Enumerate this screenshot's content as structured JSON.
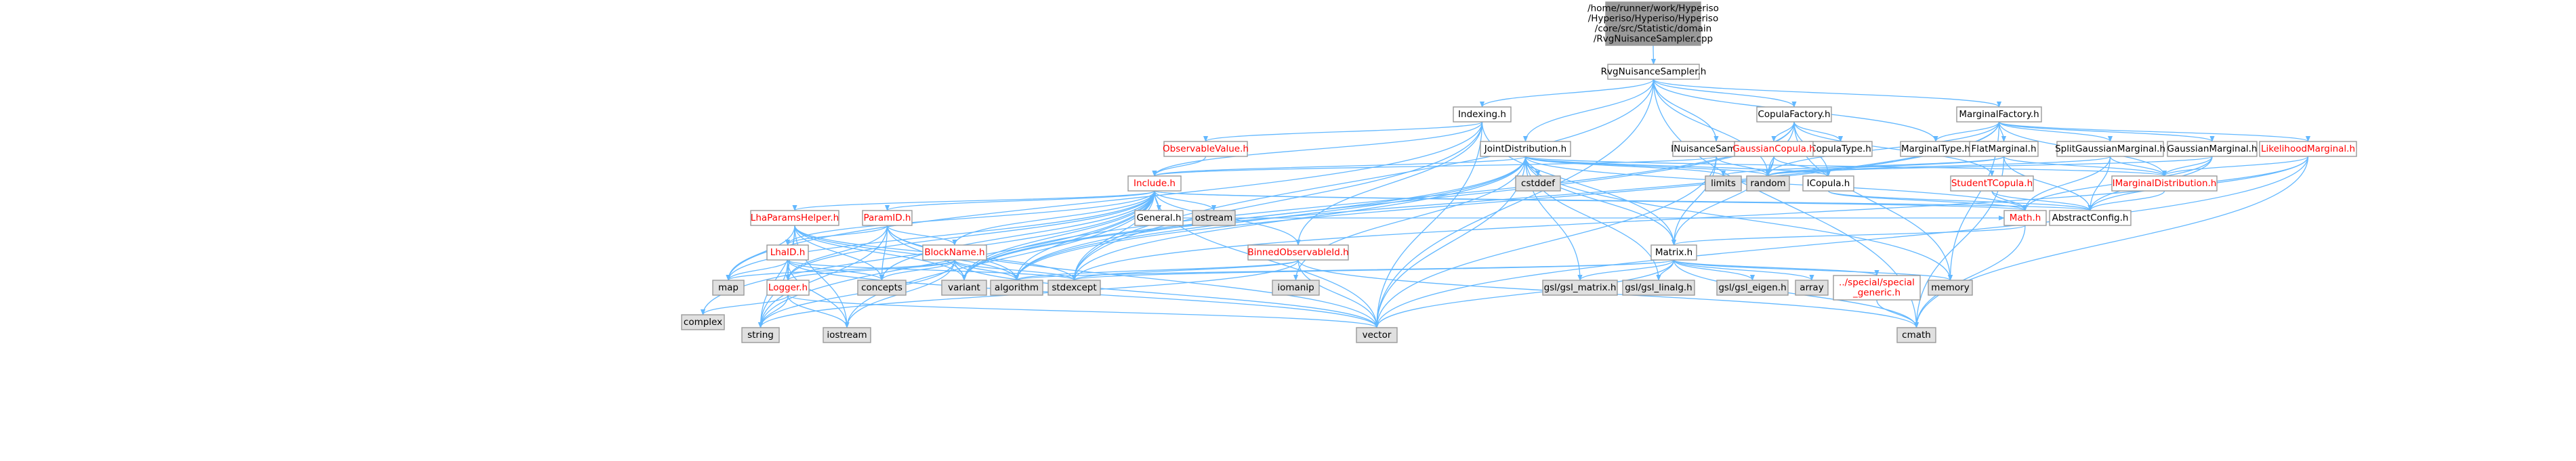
{
  "colors": {
    "edge": "#63b8ff",
    "node_border": "#999999",
    "node_fill": "#ffffff",
    "grey_fill": "#e0e0e0",
    "root_fill": "#999999",
    "red_text": "#ff0000"
  },
  "root": {
    "id": "root",
    "lines": [
      "/home/runner/work/Hyperiso",
      "/Hyperiso/Hyperiso/Hyperiso",
      "/core/src/Statistic/domain",
      "/RvgNuisanceSampler.cpp"
    ]
  },
  "nodes": [
    {
      "id": "rvg",
      "lines": [
        "RvgNuisanceSampler.h"
      ],
      "style": "white"
    },
    {
      "id": "indexing",
      "lines": [
        "Indexing.h"
      ],
      "style": "white"
    },
    {
      "id": "copulaFactory",
      "lines": [
        "CopulaFactory.h"
      ],
      "style": "white"
    },
    {
      "id": "marginalFactory",
      "lines": [
        "MarginalFactory.h"
      ],
      "style": "white"
    },
    {
      "id": "observableValue",
      "lines": [
        "ObservableValue.h"
      ],
      "style": "red"
    },
    {
      "id": "jointDistribution",
      "lines": [
        "JointDistribution.h"
      ],
      "style": "white"
    },
    {
      "id": "inuisance",
      "lines": [
        "INuisanceSampler.h"
      ],
      "style": "white"
    },
    {
      "id": "copulaType",
      "lines": [
        "CopulaType.h"
      ],
      "style": "white"
    },
    {
      "id": "gaussianCopula",
      "lines": [
        "GaussianCopula.h"
      ],
      "style": "red"
    },
    {
      "id": "marginalType",
      "lines": [
        "MarginalType.h"
      ],
      "style": "white"
    },
    {
      "id": "flatMarginal",
      "lines": [
        "FlatMarginal.h"
      ],
      "style": "white"
    },
    {
      "id": "splitGaussian",
      "lines": [
        "SplitGaussianMarginal.h"
      ],
      "style": "white"
    },
    {
      "id": "gaussianMarginal",
      "lines": [
        "GaussianMarginal.h"
      ],
      "style": "white"
    },
    {
      "id": "likelihoodMarginal",
      "lines": [
        "LikelihoodMarginal.h"
      ],
      "style": "red"
    },
    {
      "id": "include",
      "lines": [
        "Include.h"
      ],
      "style": "red"
    },
    {
      "id": "cstddef",
      "lines": [
        "cstddef"
      ],
      "style": "grey"
    },
    {
      "id": "limits",
      "lines": [
        "limits"
      ],
      "style": "grey"
    },
    {
      "id": "random",
      "lines": [
        "random"
      ],
      "style": "grey"
    },
    {
      "id": "icopula",
      "lines": [
        "ICopula.h"
      ],
      "style": "white"
    },
    {
      "id": "studentT",
      "lines": [
        "StudentTCopula.h"
      ],
      "style": "red"
    },
    {
      "id": "imarginal",
      "lines": [
        "IMarginalDistribution.h"
      ],
      "style": "red"
    },
    {
      "id": "mathH",
      "lines": [
        "Math.h"
      ],
      "style": "red"
    },
    {
      "id": "abstractConfig",
      "lines": [
        "AbstractConfig.h"
      ],
      "style": "white"
    },
    {
      "id": "ostream",
      "lines": [
        "ostream"
      ],
      "style": "grey"
    },
    {
      "id": "general",
      "lines": [
        "General.h"
      ],
      "style": "white"
    },
    {
      "id": "lhaParams",
      "lines": [
        "LhaParamsHelper.h"
      ],
      "style": "red"
    },
    {
      "id": "paramID",
      "lines": [
        "ParamID.h"
      ],
      "style": "red"
    },
    {
      "id": "lhaID",
      "lines": [
        "LhaID.h"
      ],
      "style": "red"
    },
    {
      "id": "blockName",
      "lines": [
        "BlockName.h"
      ],
      "style": "red"
    },
    {
      "id": "binnedObs",
      "lines": [
        "BinnedObservableId.h"
      ],
      "style": "red"
    },
    {
      "id": "matrix",
      "lines": [
        "Matrix.h"
      ],
      "style": "white"
    },
    {
      "id": "map",
      "lines": [
        "map"
      ],
      "style": "grey"
    },
    {
      "id": "logger",
      "lines": [
        "Logger.h"
      ],
      "style": "red"
    },
    {
      "id": "concepts",
      "lines": [
        "concepts"
      ],
      "style": "grey"
    },
    {
      "id": "variant",
      "lines": [
        "variant"
      ],
      "style": "grey"
    },
    {
      "id": "algorithm",
      "lines": [
        "algorithm"
      ],
      "style": "grey"
    },
    {
      "id": "stdexcept",
      "lines": [
        "stdexcept"
      ],
      "style": "grey"
    },
    {
      "id": "iomanip",
      "lines": [
        "iomanip"
      ],
      "style": "grey"
    },
    {
      "id": "gslMatrix",
      "lines": [
        "gsl/gsl_matrix.h"
      ],
      "style": "grey"
    },
    {
      "id": "gslLinalg",
      "lines": [
        "gsl/gsl_linalg.h"
      ],
      "style": "grey"
    },
    {
      "id": "gslEigen",
      "lines": [
        "gsl/gsl_eigen.h"
      ],
      "style": "grey"
    },
    {
      "id": "array",
      "lines": [
        "array"
      ],
      "style": "grey"
    },
    {
      "id": "special",
      "lines": [
        "../special/special",
        "_generic.h"
      ],
      "style": "red"
    },
    {
      "id": "memory",
      "lines": [
        "memory"
      ],
      "style": "grey"
    },
    {
      "id": "complex",
      "lines": [
        "complex"
      ],
      "style": "grey"
    },
    {
      "id": "string",
      "lines": [
        "string"
      ],
      "style": "grey"
    },
    {
      "id": "iostream",
      "lines": [
        "iostream"
      ],
      "style": "grey"
    },
    {
      "id": "vector",
      "lines": [
        "vector"
      ],
      "style": "grey"
    },
    {
      "id": "cmath",
      "lines": [
        "cmath"
      ],
      "style": "grey"
    }
  ],
  "edges": [
    [
      "root",
      "rvg"
    ],
    [
      "rvg",
      "indexing"
    ],
    [
      "rvg",
      "copulaFactory"
    ],
    [
      "rvg",
      "marginalFactory"
    ],
    [
      "rvg",
      "jointDistribution"
    ],
    [
      "rvg",
      "inuisance"
    ],
    [
      "rvg",
      "random"
    ],
    [
      "rvg",
      "vector"
    ],
    [
      "rvg",
      "cmath"
    ],
    [
      "rvg",
      "marginalType"
    ],
    [
      "rvg",
      "stdexcept"
    ],
    [
      "indexing",
      "observableValue"
    ],
    [
      "indexing",
      "include"
    ],
    [
      "indexing",
      "binnedObs"
    ],
    [
      "indexing",
      "map"
    ],
    [
      "indexing",
      "stdexcept"
    ],
    [
      "indexing",
      "vector"
    ],
    [
      "indexing",
      "matrix"
    ],
    [
      "copulaFactory",
      "copulaType"
    ],
    [
      "copulaFactory",
      "gaussianCopula"
    ],
    [
      "copulaFactory",
      "studentT"
    ],
    [
      "copulaFactory",
      "icopula"
    ],
    [
      "copulaFactory",
      "memory"
    ],
    [
      "copulaFactory",
      "random"
    ],
    [
      "copulaFactory",
      "variant"
    ],
    [
      "copulaFactory",
      "algorithm"
    ],
    [
      "marginalFactory",
      "marginalType"
    ],
    [
      "marginalFactory",
      "flatMarginal"
    ],
    [
      "marginalFactory",
      "splitGaussian"
    ],
    [
      "marginalFactory",
      "gaussianMarginal"
    ],
    [
      "marginalFactory",
      "likelihoodMarginal"
    ],
    [
      "marginalFactory",
      "imarginal"
    ],
    [
      "marginalFactory",
      "memory"
    ],
    [
      "marginalFactory",
      "variant"
    ],
    [
      "marginalFactory",
      "algorithm"
    ],
    [
      "marginalFactory",
      "random"
    ],
    [
      "observableValue",
      "include"
    ],
    [
      "jointDistribution",
      "include"
    ],
    [
      "jointDistribution",
      "cstddef"
    ],
    [
      "jointDistribution",
      "limits"
    ],
    [
      "jointDistribution",
      "random"
    ],
    [
      "jointDistribution",
      "icopula"
    ],
    [
      "jointDistribution",
      "imarginal"
    ],
    [
      "jointDistribution",
      "matrix"
    ],
    [
      "jointDistribution",
      "memory"
    ],
    [
      "jointDistribution",
      "vector"
    ],
    [
      "jointDistribution",
      "stdexcept"
    ],
    [
      "jointDistribution",
      "algorithm"
    ],
    [
      "jointDistribution",
      "gslMatrix"
    ],
    [
      "jointDistribution",
      "gslLinalg"
    ],
    [
      "jointDistribution",
      "iomanip"
    ],
    [
      "jointDistribution",
      "mathH"
    ],
    [
      "jointDistribution",
      "variant"
    ],
    [
      "inuisance",
      "include"
    ],
    [
      "inuisance",
      "random"
    ],
    [
      "inuisance",
      "vector"
    ],
    [
      "inuisance",
      "matrix"
    ],
    [
      "gaussianCopula",
      "icopula"
    ],
    [
      "gaussianCopula",
      "matrix"
    ],
    [
      "gaussianCopula",
      "random"
    ],
    [
      "flatMarginal",
      "imarginal"
    ],
    [
      "flatMarginal",
      "abstractConfig"
    ],
    [
      "flatMarginal",
      "random"
    ],
    [
      "flatMarginal",
      "limits"
    ],
    [
      "flatMarginal",
      "cmath"
    ],
    [
      "splitGaussian",
      "imarginal"
    ],
    [
      "splitGaussian",
      "abstractConfig"
    ],
    [
      "splitGaussian",
      "mathH"
    ],
    [
      "splitGaussian",
      "random"
    ],
    [
      "gaussianMarginal",
      "imarginal"
    ],
    [
      "gaussianMarginal",
      "abstractConfig"
    ],
    [
      "gaussianMarginal",
      "mathH"
    ],
    [
      "gaussianMarginal",
      "random"
    ],
    [
      "likelihoodMarginal",
      "imarginal"
    ],
    [
      "likelihoodMarginal",
      "abstractConfig"
    ],
    [
      "likelihoodMarginal",
      "vector"
    ],
    [
      "likelihoodMarginal",
      "cmath"
    ],
    [
      "likelihoodMarginal",
      "stdexcept"
    ],
    [
      "include",
      "ostream"
    ],
    [
      "include",
      "general"
    ],
    [
      "include",
      "lhaParams"
    ],
    [
      "include",
      "paramID"
    ],
    [
      "include",
      "lhaID"
    ],
    [
      "include",
      "blockName"
    ],
    [
      "include",
      "binnedObs"
    ],
    [
      "include",
      "logger"
    ],
    [
      "include",
      "map"
    ],
    [
      "include",
      "complex"
    ],
    [
      "include",
      "string"
    ],
    [
      "include",
      "iostream"
    ],
    [
      "include",
      "vector"
    ],
    [
      "include",
      "concepts"
    ],
    [
      "include",
      "variant"
    ],
    [
      "include",
      "algorithm"
    ],
    [
      "include",
      "stdexcept"
    ],
    [
      "include",
      "mathH"
    ],
    [
      "include",
      "abstractConfig"
    ],
    [
      "icopula",
      "mathH"
    ],
    [
      "icopula",
      "abstractConfig"
    ],
    [
      "studentT",
      "mathH"
    ],
    [
      "studentT",
      "abstractConfig"
    ],
    [
      "imarginal",
      "abstractConfig"
    ],
    [
      "mathH",
      "matrix"
    ],
    [
      "mathH",
      "cmath"
    ],
    [
      "lhaParams",
      "map"
    ],
    [
      "lhaParams",
      "string"
    ],
    [
      "lhaParams",
      "variant"
    ],
    [
      "lhaParams",
      "concepts"
    ],
    [
      "lhaParams",
      "logger"
    ],
    [
      "lhaParams",
      "iostream"
    ],
    [
      "lhaParams",
      "algorithm"
    ],
    [
      "lhaParams",
      "stdexcept"
    ],
    [
      "paramID",
      "lhaID"
    ],
    [
      "paramID",
      "blockName"
    ],
    [
      "paramID",
      "variant"
    ],
    [
      "paramID",
      "concepts"
    ],
    [
      "paramID",
      "logger"
    ],
    [
      "paramID",
      "string"
    ],
    [
      "paramID",
      "algorithm"
    ],
    [
      "paramID",
      "vector"
    ],
    [
      "lhaID",
      "map"
    ],
    [
      "lhaID",
      "logger"
    ],
    [
      "lhaID",
      "string"
    ],
    [
      "lhaID",
      "concepts"
    ],
    [
      "lhaID",
      "iostream"
    ],
    [
      "lhaID",
      "vector"
    ],
    [
      "lhaID",
      "stdexcept"
    ],
    [
      "blockName",
      "map"
    ],
    [
      "blockName",
      "logger"
    ],
    [
      "blockName",
      "string"
    ],
    [
      "blockName",
      "concepts"
    ],
    [
      "blockName",
      "variant"
    ],
    [
      "blockName",
      "algorithm"
    ],
    [
      "blockName",
      "stdexcept"
    ],
    [
      "blockName",
      "vector"
    ],
    [
      "blockName",
      "iostream"
    ],
    [
      "binnedObs",
      "string"
    ],
    [
      "binnedObs",
      "vector"
    ],
    [
      "binnedObs",
      "cmath"
    ],
    [
      "binnedObs",
      "stdexcept"
    ],
    [
      "binnedObs",
      "algorithm"
    ],
    [
      "matrix",
      "algorithm"
    ],
    [
      "matrix",
      "stdexcept"
    ],
    [
      "matrix",
      "vector"
    ],
    [
      "matrix",
      "gslMatrix"
    ],
    [
      "matrix",
      "gslLinalg"
    ],
    [
      "matrix",
      "gslEigen"
    ],
    [
      "matrix",
      "array"
    ],
    [
      "matrix",
      "special"
    ],
    [
      "matrix",
      "memory"
    ],
    [
      "matrix",
      "cmath"
    ],
    [
      "logger",
      "string"
    ],
    [
      "logger",
      "iostream"
    ],
    [
      "logger",
      "complex"
    ],
    [
      "logger",
      "vector"
    ],
    [
      "special",
      "cmath"
    ],
    [
      "general",
      "mathH"
    ]
  ]
}
